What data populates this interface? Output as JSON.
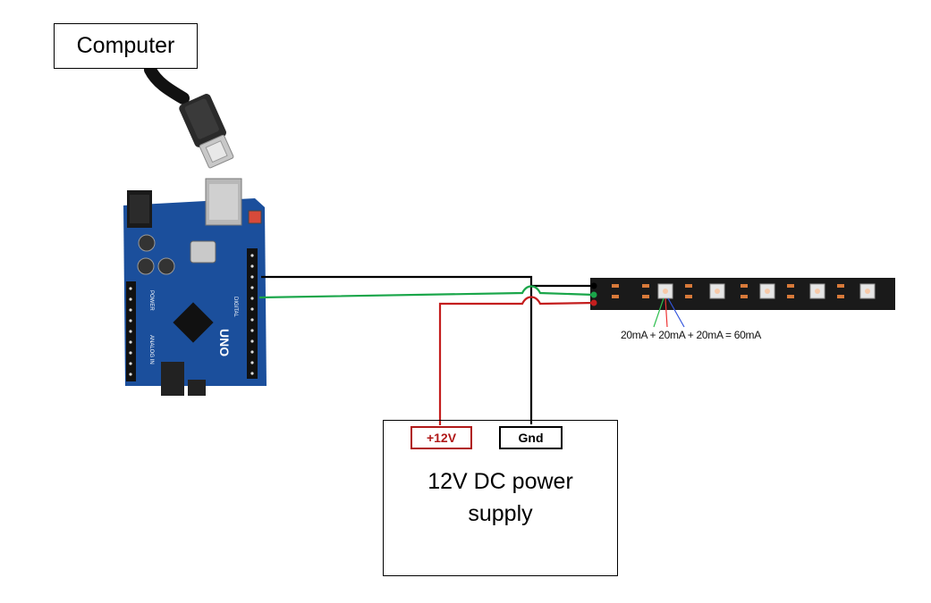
{
  "labels": {
    "computer": "Computer",
    "psu_title": "12V DC power\nsupply",
    "terminal_positive": "+12V",
    "terminal_ground": "Gnd",
    "strip_current": "20mA + 20mA + 20mA = 60mA"
  },
  "board": {
    "model_text": "UNO",
    "header_labels": [
      "DIGITAL",
      "POWER",
      "ANALOG IN"
    ]
  },
  "colors": {
    "ground_wire": "#000000",
    "data_wire": "#1aa64a",
    "power_wire": "#c41e1e",
    "board": "#1b4f9c",
    "strip": "#1a1a1a"
  },
  "icons": [
    "usb-b-cable-icon",
    "arduino-uno-board-icon",
    "led-strip-icon"
  ]
}
